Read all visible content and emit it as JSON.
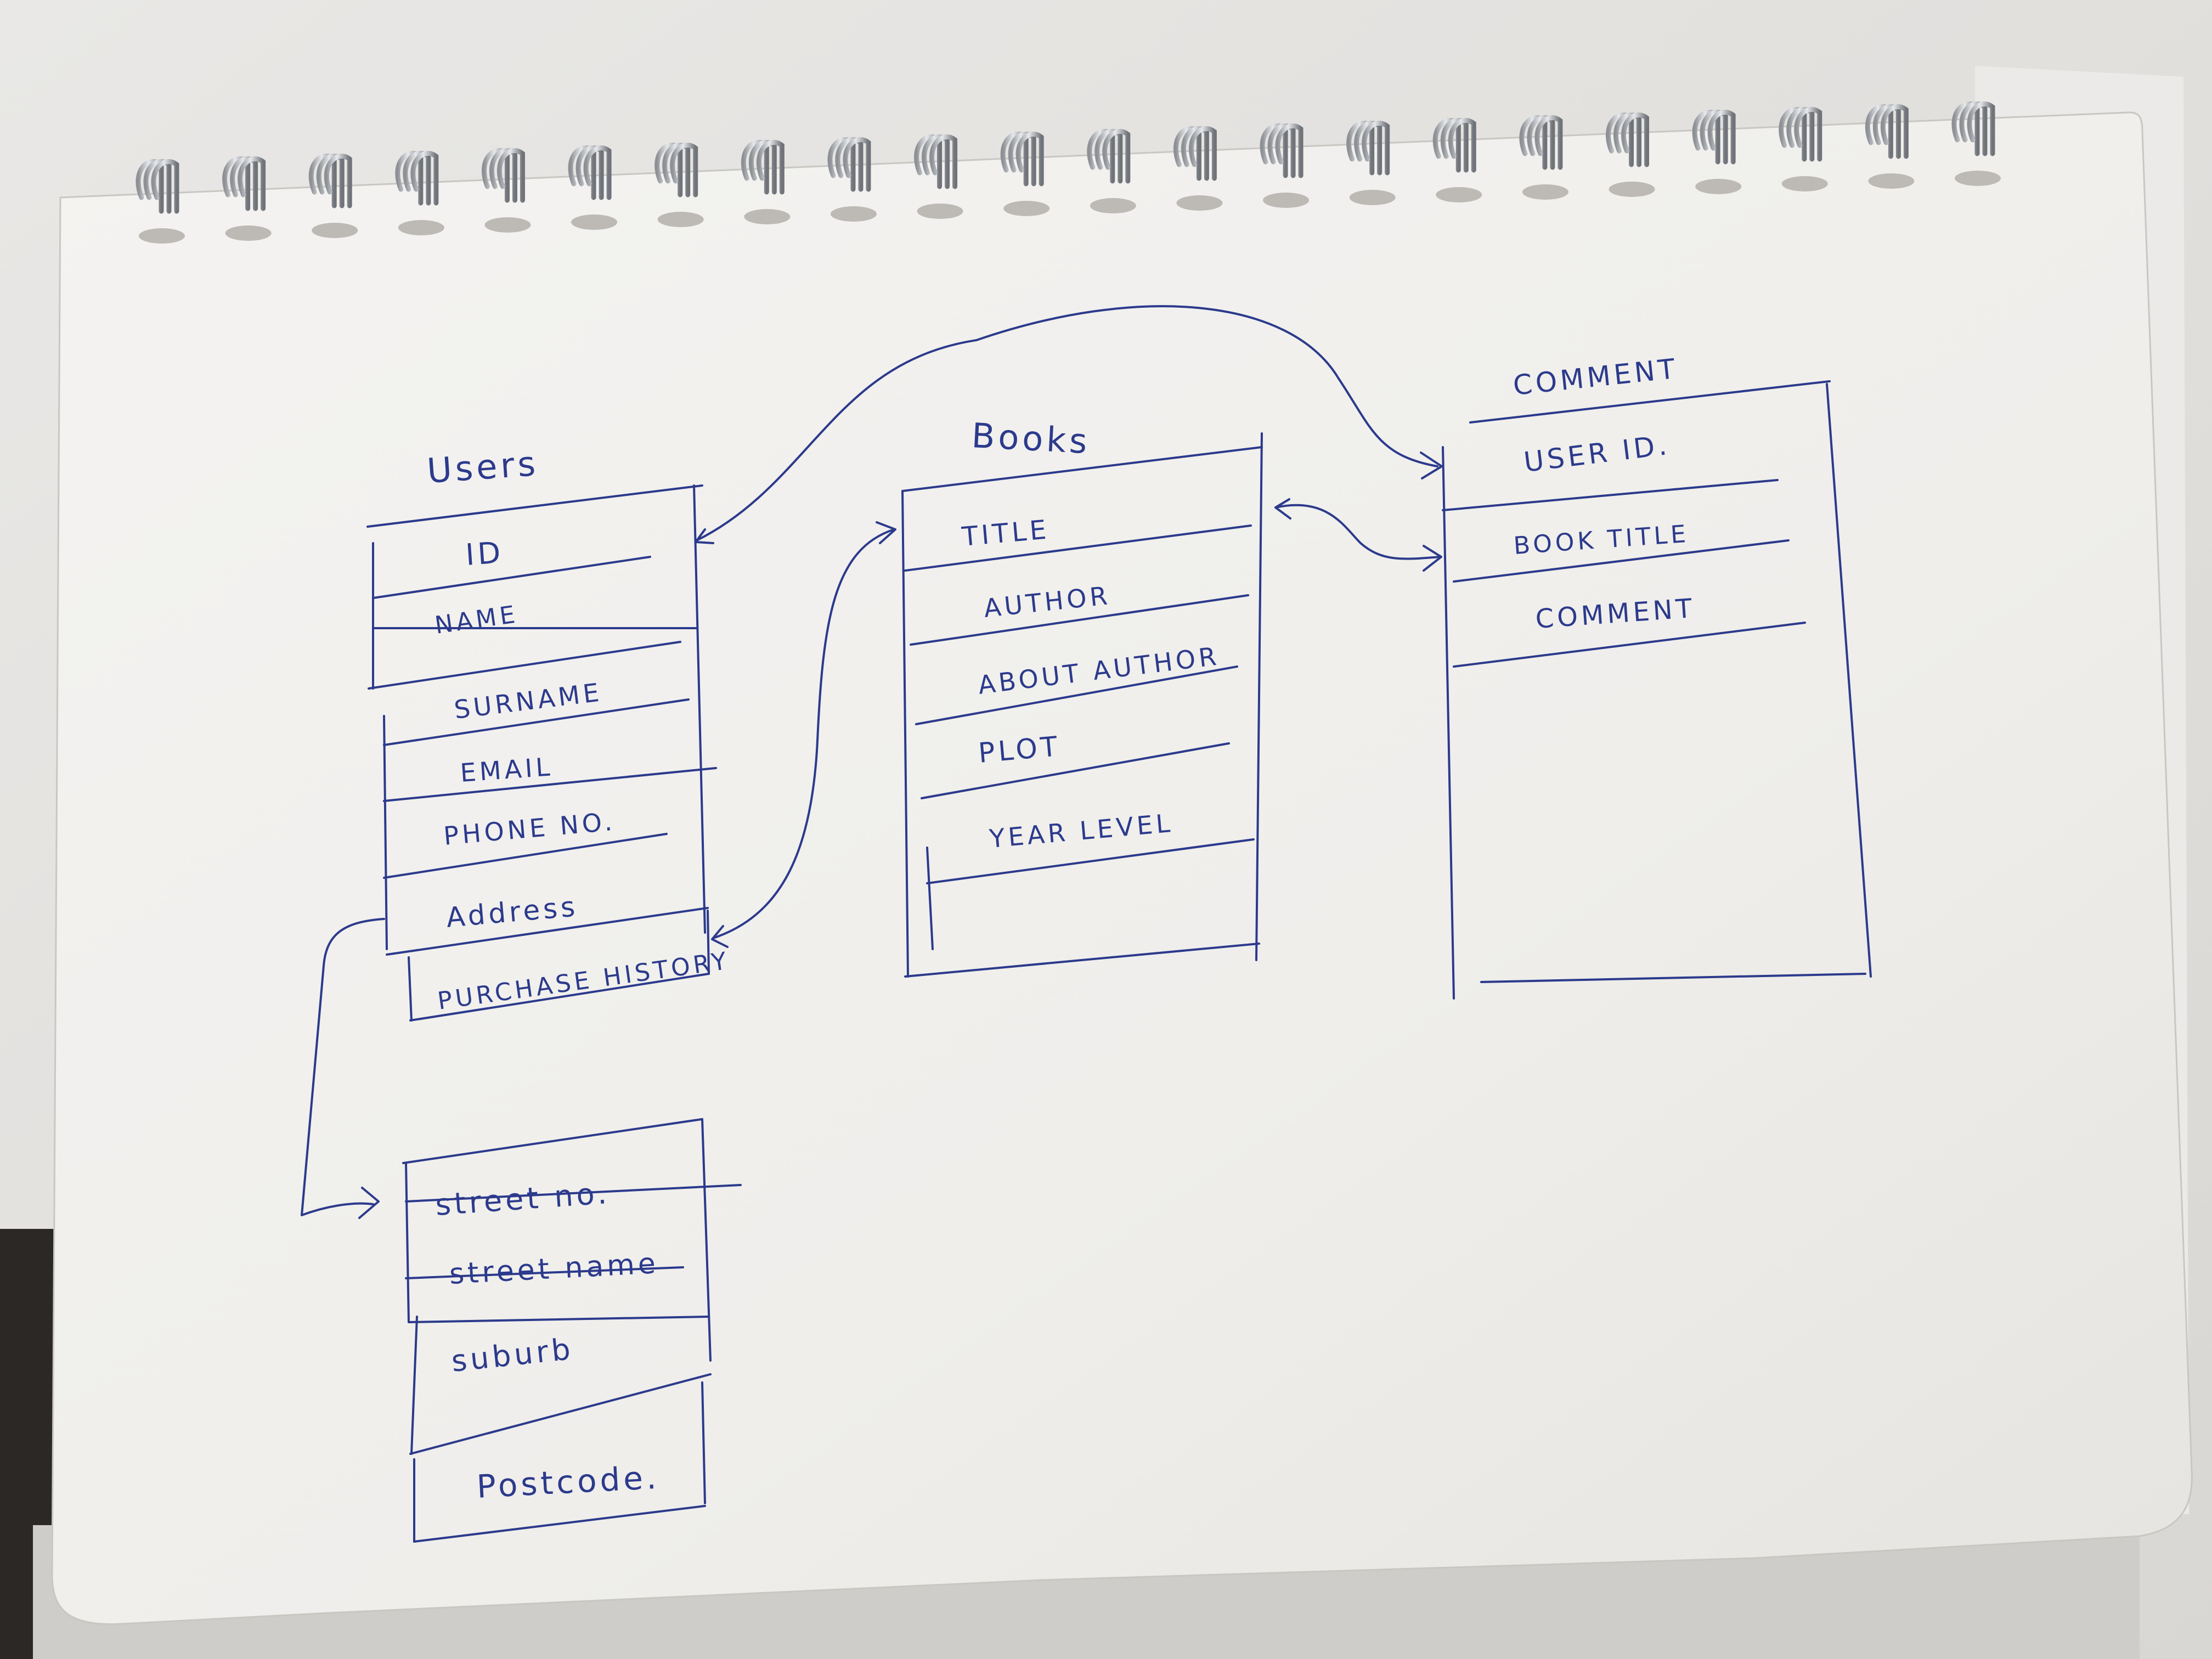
{
  "diagram": {
    "ink_color": "#2c3a8c",
    "paper_color": "#f3f2ef",
    "tables": {
      "users": {
        "title": "Users",
        "fields": [
          "ID",
          "NAME",
          "SURNAME",
          "EMAIL",
          "PHONE NO.",
          "Address",
          "PURCHASE HISTORY"
        ]
      },
      "books": {
        "title": "Books",
        "fields": [
          "TITLE",
          "AUTHOR",
          "ABOUT AUTHOR",
          "PLOT",
          "YEAR LEVEL"
        ]
      },
      "comment": {
        "title": "COMMENT",
        "fields": [
          "USER ID.",
          "BOOK TITLE",
          "COMMENT"
        ]
      },
      "address": {
        "fields": [
          "street no.",
          "street name",
          "suburb",
          "Postcode."
        ]
      }
    }
  }
}
